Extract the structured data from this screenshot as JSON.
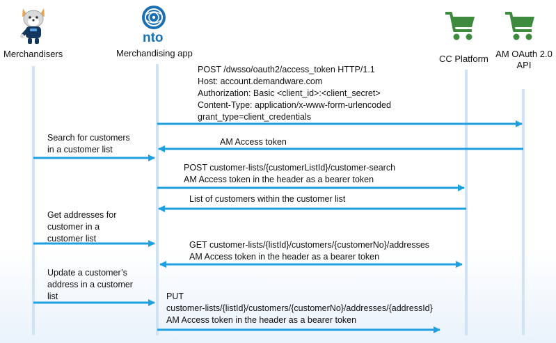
{
  "actors": {
    "merchandisers": "Merchandisers",
    "nto_logo_text": "nto",
    "merch_app": "Merchandising app",
    "cc_platform": "CC Platform",
    "am_oauth": "AM OAuth 2.0 API"
  },
  "messages": {
    "token_request": [
      "POST /dwsso/oauth2/access_token HTTP/1.1",
      "Host: account.demandware.com",
      "Authorization: Basic <client_id>:<client_secret>",
      "Content-Type: application/x-www-form-urlencoded",
      "grant_type=client_credentials"
    ],
    "am_access_token": "AM Access token",
    "search_customers": [
      "Search for customers",
      "in a customer list"
    ],
    "customer_search_request": [
      "POST customer-lists/{customerListId}/customer-search",
      "AM Access token in the header as a bearer token"
    ],
    "list_of_customers": "List of customers within the customer list",
    "get_addresses": [
      "Get addresses for",
      "customer in a",
      "customer list"
    ],
    "get_addresses_request": [
      "GET customer-lists/{listId}/customers/{customerNo}/addresses",
      "AM Access token in the header as a bearer token"
    ],
    "update_address": [
      "Update a customer’s",
      "address in a customer",
      "list"
    ],
    "put_address_request": [
      "PUT",
      "customer-lists/{listId}/customers/{customerNo}/addresses/{addressId}",
      "AM Access token in the header as a bearer token"
    ]
  },
  "colors": {
    "arrow": "#1e9fe0",
    "lifeline": "#cfe3f5",
    "cart": "#3e8a3e",
    "nto_blue": "#1b70b4"
  }
}
